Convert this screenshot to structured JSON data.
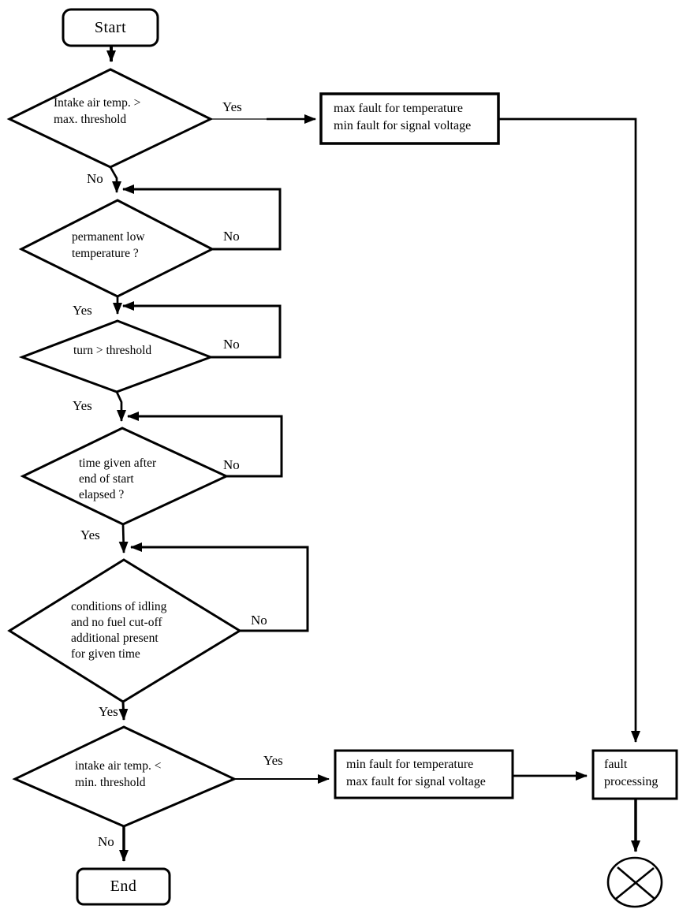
{
  "page": {
    "background_color": "#ffffff",
    "ink_color": "#000000",
    "diagram_type": "flowchart"
  },
  "nodes": {
    "start": {
      "label": "Start"
    },
    "decision_intake_max": {
      "lines": [
        "Intake air temp. >",
        "max. threshold"
      ]
    },
    "action_max_fault": {
      "lines": [
        "max fault for temperature",
        "min fault for signal voltage"
      ]
    },
    "decision_permanent_low": {
      "lines": [
        "permanent low",
        "temperature ?"
      ]
    },
    "decision_turn": {
      "lines": [
        "turn > threshold"
      ]
    },
    "decision_time_given": {
      "lines": [
        "time given after",
        "end of start",
        "elapsed ?"
      ]
    },
    "decision_idling": {
      "lines": [
        "conditions of idling",
        "and no fuel cut-off",
        "additional present",
        "for given time"
      ]
    },
    "decision_intake_min": {
      "lines": [
        "intake air temp. <",
        "min. threshold"
      ]
    },
    "action_min_fault": {
      "lines": [
        "min fault for temperature",
        "max fault for signal voltage"
      ]
    },
    "action_fault_processing": {
      "lines": [
        "fault",
        "processing"
      ]
    },
    "end": {
      "label": "End"
    }
  },
  "edge_labels": {
    "intake_max_yes": "Yes",
    "intake_max_no": "No",
    "permanent_low_no": "No",
    "permanent_low_yes": "Yes",
    "turn_no": "No",
    "turn_yes": "Yes",
    "time_given_no": "No",
    "time_given_yes": "Yes",
    "idling_no": "No",
    "idling_yes": "Yes",
    "intake_min_yes": "Yes",
    "intake_min_no": "No"
  }
}
